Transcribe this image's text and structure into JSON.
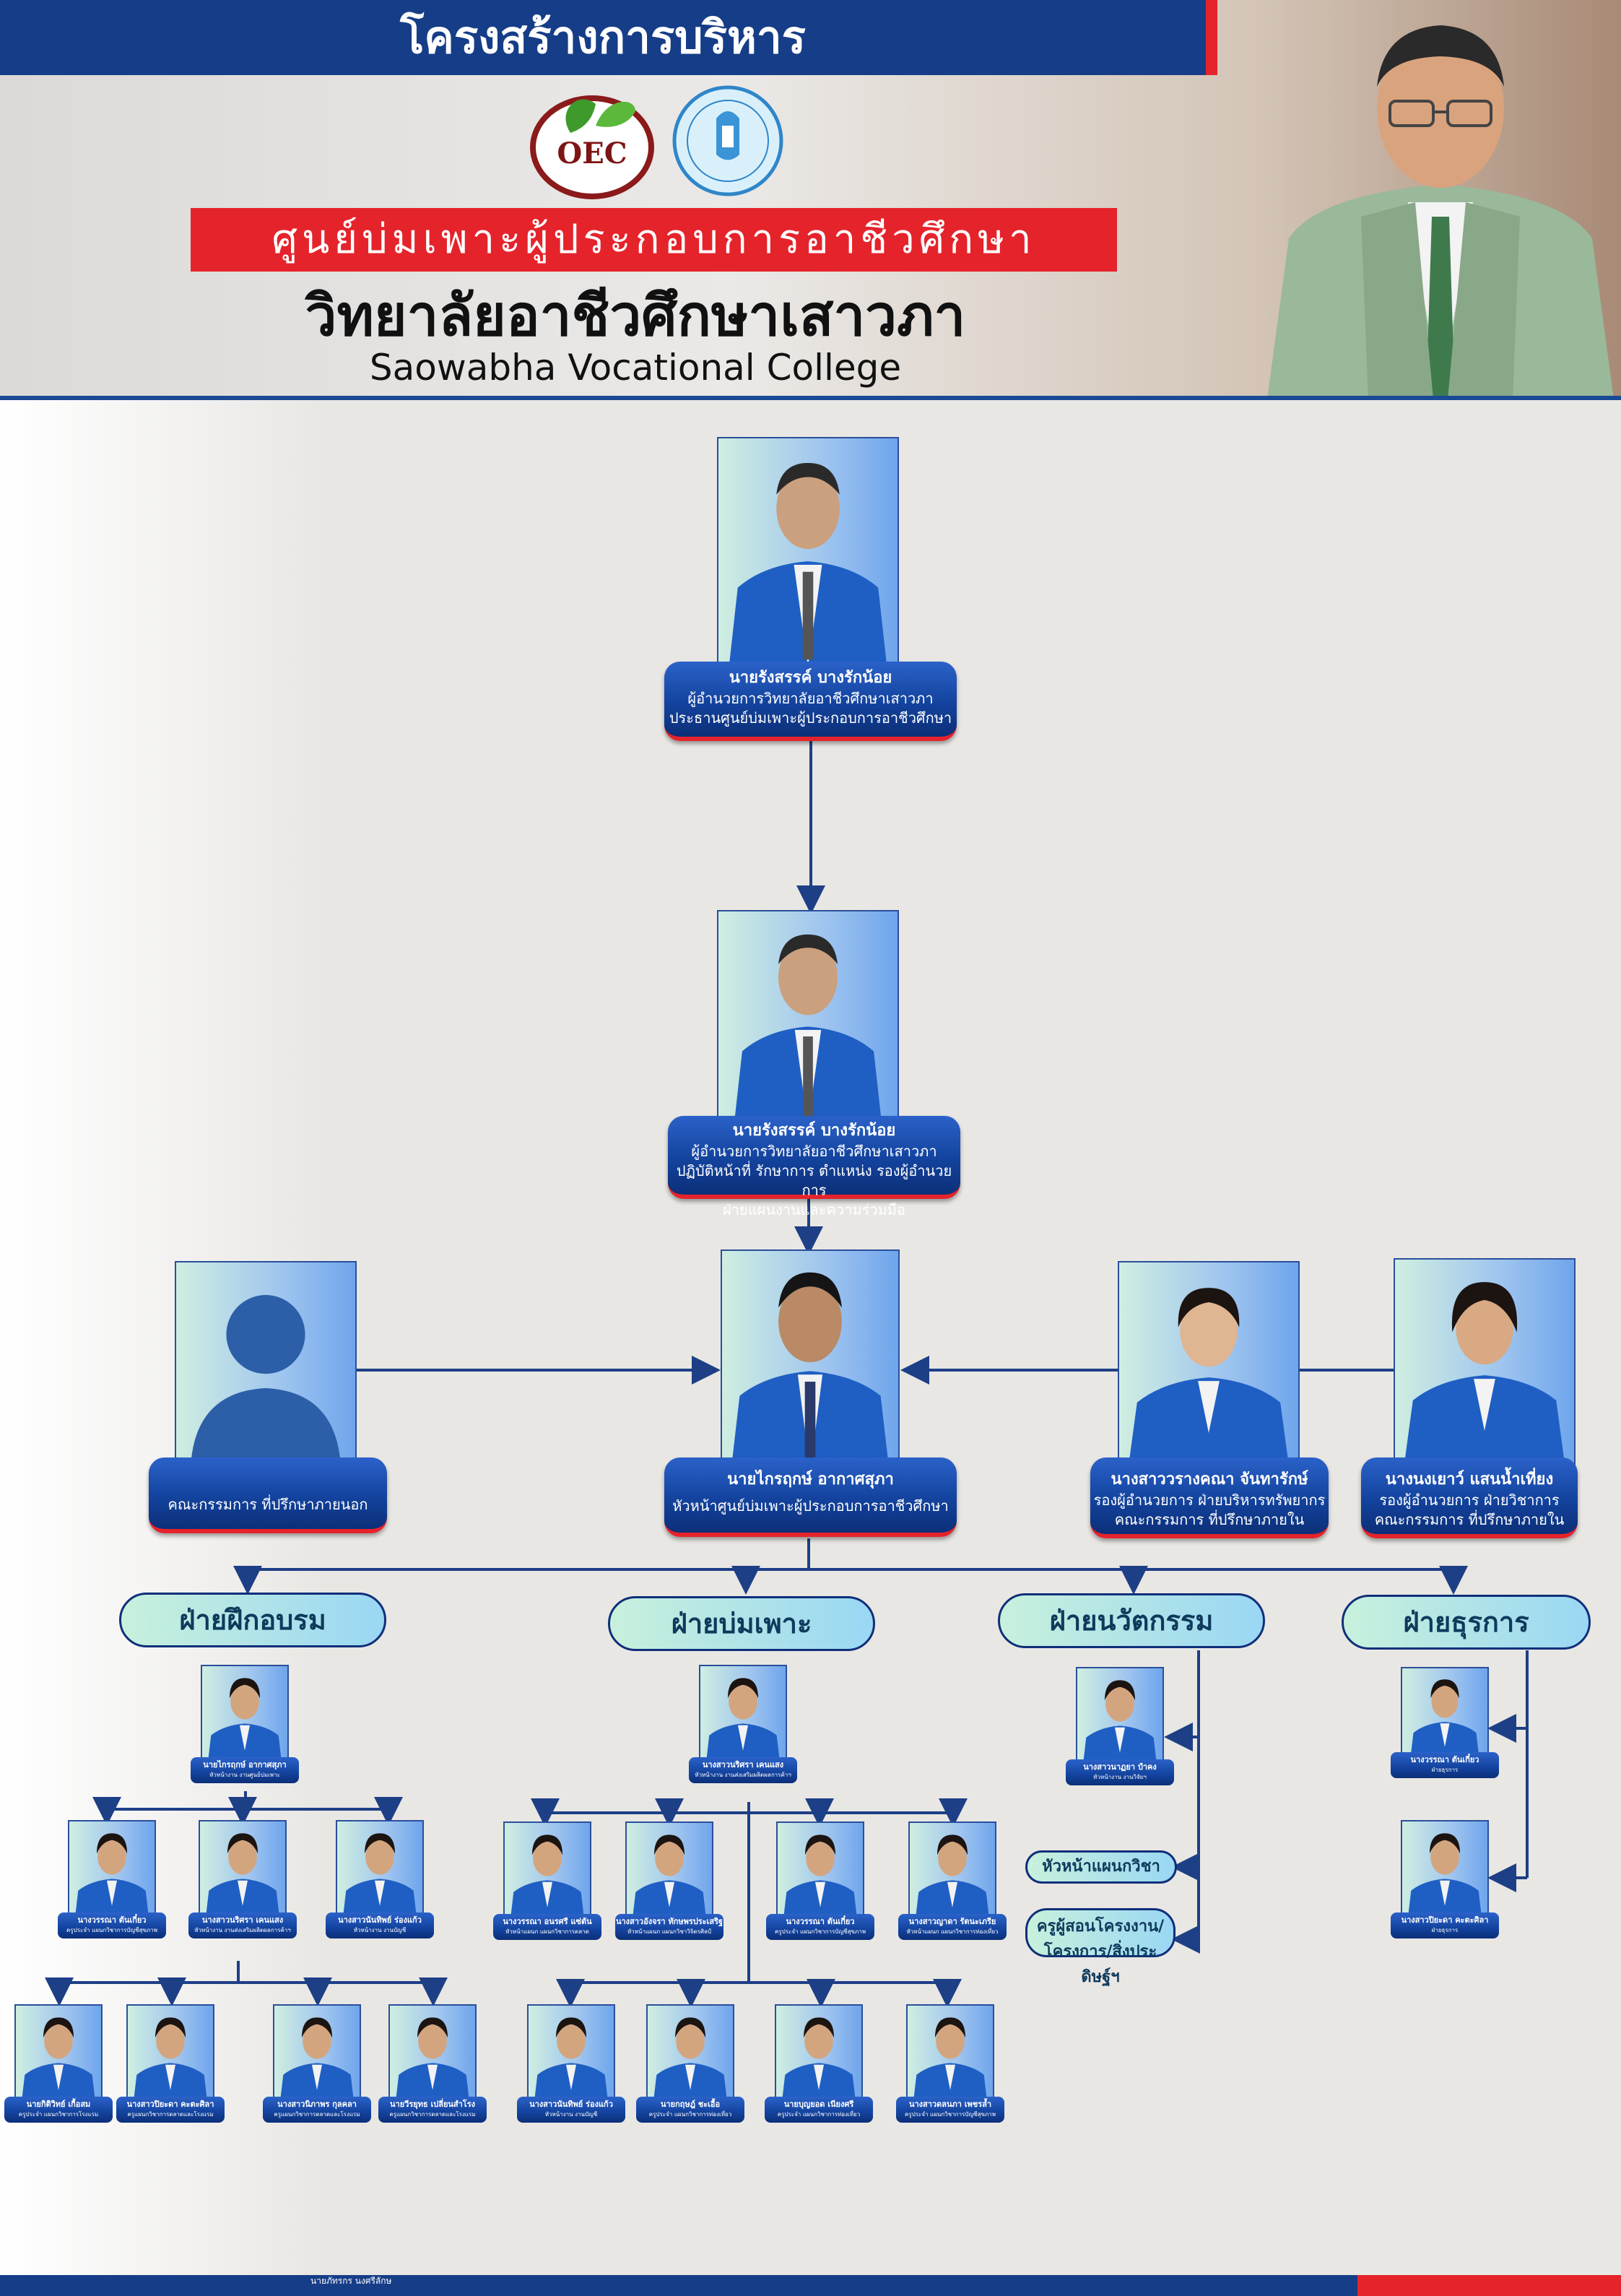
{
  "header": {
    "title": "โครงสร้างการบริหาร",
    "center_name": "ศูนย์บ่มเพาะผู้ประกอบการอาชีวศึกษา",
    "college_th": "วิทยาลัยอาชีวศึกษาเสาวภา",
    "college_en": "Saowabha Vocational College",
    "logo_oec_text": "OEC",
    "logo_oec_caption": "ศูนย์บ่มเพาะผู้ประกอบการอาชีวศึกษา",
    "logo_college_caption": "วิทยาลัยอาชีวศึกษาเสาวภา"
  },
  "colors": {
    "navy": "#163d87",
    "red": "#e5232b",
    "plate": "#13439e",
    "dept_text": "#0e3a5c"
  },
  "top": [
    {
      "name": "นายรังสรรค์ บางรักน้อย",
      "lines": [
        "ผู้อำนวยการวิทยาลัยอาชีวศึกษาเสาวภา",
        "ประธานศูนย์บ่มเพาะผู้ประกอบการอาชีวศึกษา"
      ]
    },
    {
      "name": "นายรังสรรค์ บางรักน้อย",
      "lines": [
        "ผู้อำนวยการวิทยาลัยอาชีวศึกษาเสาวภา",
        "ปฏิบัติหน้าที่ รักษาการ ตำแหน่ง รองผู้อำนวยการ",
        "ฝ่ายแผนงานและความร่วมมือ"
      ]
    }
  ],
  "row3": [
    {
      "name": "",
      "lines": [
        "คณะกรรมการ ที่ปรึกษาภายนอก"
      ]
    },
    {
      "name": "นายไกรฤกษ์ อากาศสุภา",
      "lines": [
        "หัวหน้าศูนย์บ่มเพาะผู้ประกอบการอาชีวศึกษา"
      ]
    },
    {
      "name": "นางสาววรางคณา จันทารักษ์",
      "lines": [
        "รองผู้อำนวยการ ฝ่ายบริหารทรัพยากร",
        "คณะกรรมการ ที่ปรึกษาภายใน"
      ]
    },
    {
      "name": "นางนงเยาว์ แสนน้ำเที่ยง",
      "lines": [
        "รองผู้อำนวยการ ฝ่ายวิชาการ",
        "คณะกรรมการ ที่ปรึกษาภายใน"
      ]
    }
  ],
  "departments": [
    "ฝ่ายฝึกอบรม",
    "ฝ่ายบ่มเพาะ",
    "ฝ่ายนวัตกรรม",
    "ฝ่ายธุรการ"
  ],
  "tags": [
    "หัวหน้าแผนกวิชา",
    "ครูผู้สอนโครงงาน/",
    "โครงการ/สิ่งประดิษฐ์ฯ"
  ],
  "people": [
    {
      "name": "นายไกรฤกษ์ อากาศสุภา",
      "role": "หัวหน้างาน งานศูนย์บ่มเพาะ"
    },
    {
      "name": "นางวรรณา ตันเกี๋ยว",
      "role": "ครูประจำ แผนกวิชาการบัญชีสุขภาพ"
    },
    {
      "name": "นางสาวนริศรา เคนแสง",
      "role": "หัวหน้างาน งานส่งเสริมผลิตผลการค้าฯ"
    },
    {
      "name": "นางสาวนันทิพย์ ร่องแก้ว",
      "role": "หัวหน้างาน งานบัญชี"
    },
    {
      "name": "นายกิติวิทย์ เกื้อสม",
      "role": "ครูประจำ แผนกวิชาการโรงแรม"
    },
    {
      "name": "นางสาวปิยะดา คะตะศิลา",
      "role": "ครูแผนกวิชาการตลาดและโรงแรม"
    },
    {
      "name": "นางสาวนิภาพร กุลคลา",
      "role": "ครูแผนกวิชาการตลาดและโรงแรม"
    },
    {
      "name": "นายวีรยุทธ เปลี่ยนสำโรง",
      "role": "ครูแผนกวิชาการตลาดและโรงแรม"
    },
    {
      "name": "นางสาวนริศรา เคนแสง",
      "role": "หัวหน้างาน งานส่งเสริมผลิตผลการค้าฯ"
    },
    {
      "name": "นางวรรณา อนรศรี แซ่ตัน",
      "role": "หัวหน้าแผนก แผนกวิชาการตลาด"
    },
    {
      "name": "นางสาวอังจรา ทักษพรประเสริฐ",
      "role": "หัวหน้าแผนก แผนกวิชาวิจิตรศิลป์"
    },
    {
      "name": "นางวรรณา ตันเกี๋ยว",
      "role": "ครูประจำ แผนกวิชาการบัญชีสุขภาพ"
    },
    {
      "name": "นางสาวญาดา รัตนะเภรีย",
      "role": "หัวหน้าแผนก แผนกวิชาการท่องเที่ยว"
    },
    {
      "name": "นางสาวนันทิพย์ ร่องแก้ว",
      "role": "หัวหน้างาน งานบัญชี"
    },
    {
      "name": "นายกฤษฎ์ ชะเอื้อ",
      "role": "ครูประจำ แผนกวิชาการท่องเที่ยว"
    },
    {
      "name": "นายบุญยอด เนียงศรี",
      "role": "ครูประจำ แผนกวิชาการท่องเที่ยว"
    },
    {
      "name": "นางสาวดลนภา เพชรล้ำ",
      "role": "ครูประจำ แผนกวิชาการบัญชีสุขภาพ"
    },
    {
      "name": "นางสาวนาฏยา ปำคง",
      "role": "หัวหน้างาน งานวิจัยฯ"
    },
    {
      "name": "นางวรรณา ตันเกี๋ยว",
      "role": "ฝ่ายธุรการ"
    },
    {
      "name": "นางสาวปิยะดา คะตะศิลา",
      "role": "ฝ่ายธุรการ"
    }
  ],
  "footer": {
    "text": "นายภัทรกร นงศรีลักษ"
  }
}
